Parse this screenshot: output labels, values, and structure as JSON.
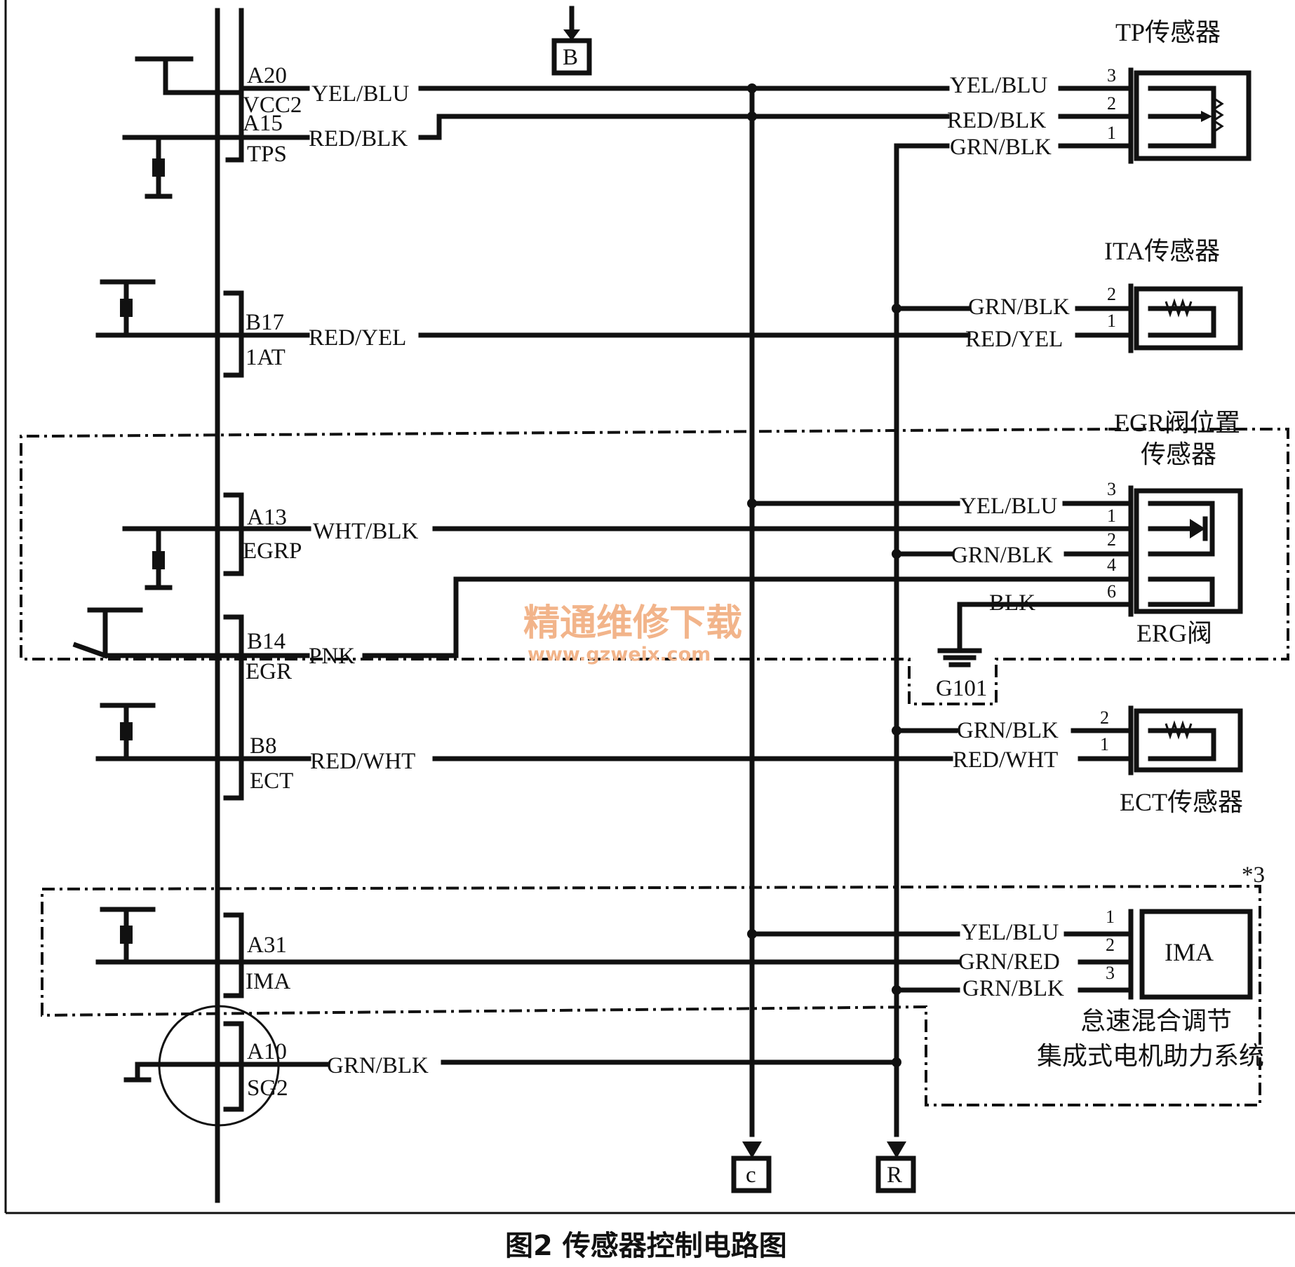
{
  "ecm_pins": [
    {
      "pin": "A20",
      "signal": "VCC2",
      "wire": "YEL/BLU"
    },
    {
      "pin": "A15",
      "signal": "TPS",
      "wire": "RED/BLK"
    },
    {
      "pin": "B17",
      "signal": "1AT",
      "wire": "RED/YEL"
    },
    {
      "pin": "A13",
      "signal": "EGRP",
      "wire": "WHT/BLK"
    },
    {
      "pin": "B14",
      "signal": "EGR",
      "wire": "PNK"
    },
    {
      "pin": "B8",
      "signal": "ECT",
      "wire": "RED/WHT"
    },
    {
      "pin": "A31",
      "signal": "IMA",
      "wire": ""
    },
    {
      "pin": "A10",
      "signal": "SG2",
      "wire": "GRN/BLK"
    }
  ],
  "connectors": {
    "top": "B",
    "bottom_left": "c",
    "bottom_right": "R"
  },
  "tp_sensor": {
    "title": "TP传感器",
    "wires": [
      "YEL/BLU",
      "RED/BLK",
      "GRN/BLK"
    ],
    "pins": [
      "3",
      "2",
      "1"
    ]
  },
  "ita_sensor": {
    "title": "ITA传感器",
    "wires": [
      "GRN/BLK",
      "RED/YEL"
    ],
    "pins": [
      "2",
      "1"
    ]
  },
  "egr_sensor": {
    "title_line1": "EGR阀位置",
    "title_line2": "传感器",
    "wires": [
      "YEL/BLU",
      "GRN/BLK",
      "BLK"
    ],
    "pins": [
      "3",
      "1",
      "2",
      "4",
      "6"
    ],
    "valve_label": "ERG阀",
    "ground": "G101"
  },
  "ect_sensor": {
    "title": "ECT传感器",
    "wires": [
      "GRN/BLK",
      "RED/WHT"
    ],
    "pins": [
      "2",
      "1"
    ]
  },
  "ima": {
    "box_label": "IMA",
    "note": "*3",
    "wires": [
      "YEL/BLU",
      "GRN/RED",
      "GRN/BLK"
    ],
    "pins": [
      "1",
      "2",
      "3"
    ],
    "caption_line1": "怠速混合调节",
    "caption_line2": "集成式电机助力系统"
  },
  "watermark": {
    "line1": "精通维修下载",
    "line2": "www.gzweix.com"
  },
  "figure_caption": "图2 传感器控制电路图"
}
